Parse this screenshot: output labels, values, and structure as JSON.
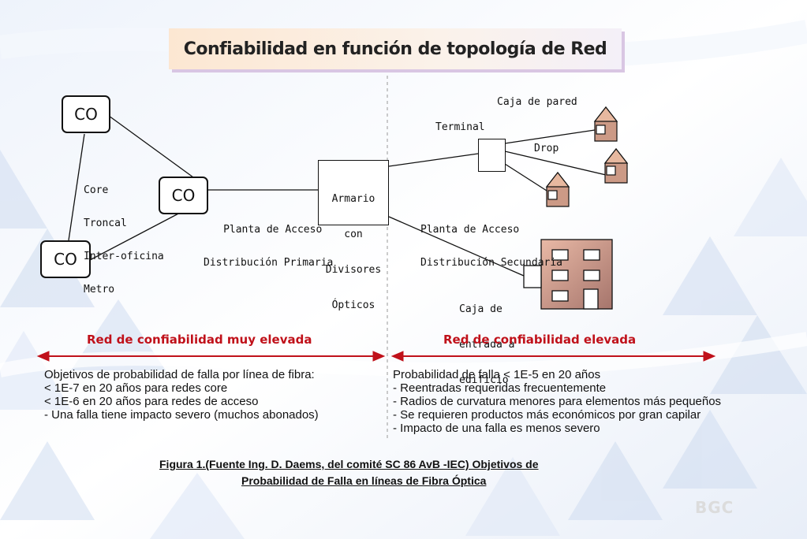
{
  "title": "Confiabilidad en función de topología de Red",
  "left": {
    "co_labels": [
      "CO",
      "CO",
      "CO"
    ],
    "core_label": [
      "Core",
      "Troncal",
      "Inter-oficina",
      "Metro"
    ],
    "planta_label": [
      "Planta de Acceso",
      "Distribución Primaria"
    ]
  },
  "center": {
    "armario_label": [
      "Armario",
      "con",
      "Divisores",
      "Ópticos"
    ]
  },
  "right": {
    "caja_pared": "Caja de pared",
    "terminal": "Terminal",
    "drop": "Drop",
    "planta_label": [
      "Planta de Acceso",
      "Distribución Secundaria"
    ],
    "caja_entrada": [
      "Caja de",
      "entrada a",
      "edificio"
    ]
  },
  "sections": {
    "left_heading": "Red de confiabilidad muy elevada",
    "right_heading": "Red de confiabilidad elevada",
    "left_lines": [
      "Objetivos de probabilidad de falla por línea de fibra:",
      "< 1E-7 en 20 años para redes core",
      "< 1E-6 en 20 años para redes de acceso",
      "- Una falla tiene impacto severo (muchos abonados)"
    ],
    "right_lines": [
      "Probabilidad de falla < 1E-5 en 20 años",
      "- Reentradas requeridas frecuentemente",
      "- Radios de curvatura menores para elementos más pequeños",
      "- Se requieren productos más económicos por gran capilar",
      "- Impacto de una falla es menos severo"
    ]
  },
  "caption": [
    "Figura 1.(Fuente Ing. D. Daems, del comité SC 86 AvB -IEC) Objetivos de",
    "Probabilidad de Falla en líneas de Fibra Óptica"
  ],
  "logo": "BGC",
  "colors": {
    "accent_red": "#c0111a",
    "house_fill": "#c99a8a",
    "building_fill": "#b98a7c"
  }
}
